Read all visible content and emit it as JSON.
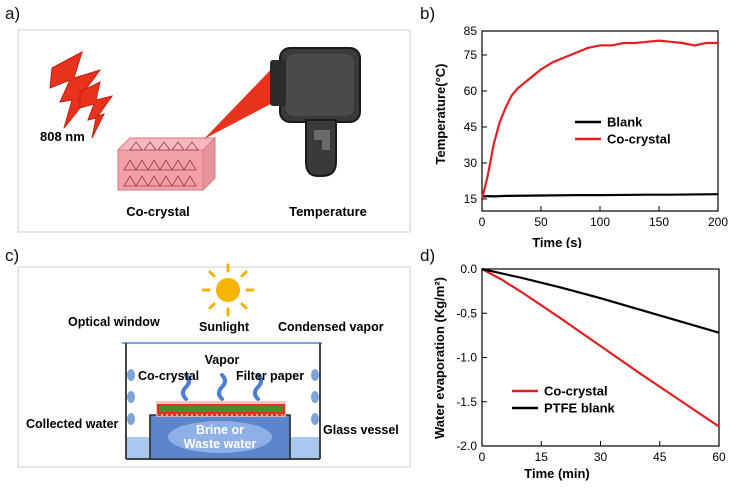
{
  "panels": {
    "a": {
      "label": "a)",
      "wavelength_label": "808 nm",
      "crystal_label": "Co-crystal",
      "thermometer_label": "Temperature",
      "colors": {
        "laser": "#e8321e",
        "crystal": "#f2a0a8",
        "thermometer": "#3a3a3a"
      }
    },
    "b": {
      "label": "b)"
    },
    "c": {
      "label": "c)",
      "sunlight": "Sunlight",
      "optical_window": "Optical window",
      "condensed_vapor": "Condensed vapor",
      "vapor": "Vapor",
      "co_crystal": "Co-crystal",
      "filter_paper": "Filter paper",
      "collected_water": "Collected water",
      "glass_vessel": "Glass vessel",
      "brine_line1": "Brine or",
      "brine_line2": "Waste water",
      "colors": {
        "sun": "#f6b400",
        "water": "#a9c6ee",
        "brine": "#5b86cc",
        "filter": "#4f8a2a",
        "crystal": "#e8321e",
        "steam": "#4d7fd0"
      }
    },
    "d": {
      "label": "d)"
    }
  },
  "chart_data": [
    {
      "id": "b",
      "type": "line",
      "xlabel": "Time (s)",
      "ylabel": "Temperature(°C)",
      "xlim": [
        0,
        200
      ],
      "ylim": [
        10,
        85
      ],
      "xticks": [
        0,
        50,
        100,
        150,
        200
      ],
      "yticks": [
        15,
        30,
        45,
        60,
        75,
        85
      ],
      "grid": false,
      "legend": "center-right",
      "series": [
        {
          "name": "Blank",
          "color": "#000000",
          "x": [
            0,
            5,
            10,
            20,
            40,
            60,
            80,
            100,
            120,
            140,
            160,
            180,
            200
          ],
          "y": [
            16,
            16.2,
            16.1,
            16.3,
            16.4,
            16.5,
            16.6,
            16.6,
            16.7,
            16.8,
            16.8,
            16.9,
            17
          ]
        },
        {
          "name": "Co-crystal",
          "color": "#e02020",
          "x": [
            0,
            5,
            10,
            15,
            20,
            25,
            30,
            40,
            50,
            60,
            70,
            80,
            90,
            100,
            110,
            120,
            130,
            140,
            150,
            160,
            170,
            180,
            190,
            200
          ],
          "y": [
            15,
            25,
            38,
            47,
            53,
            58,
            61,
            65,
            69,
            72,
            74,
            76,
            78,
            79,
            79,
            80,
            80,
            80.5,
            81,
            80.5,
            80,
            79,
            80,
            80
          ]
        }
      ]
    },
    {
      "id": "d",
      "type": "line",
      "xlabel": "Time (min)",
      "ylabel": "Water evaporation (Kg/m²)",
      "xlim": [
        0,
        60
      ],
      "ylim": [
        -2.0,
        0.0
      ],
      "xticks": [
        0,
        15,
        30,
        45,
        60
      ],
      "yticks": [
        0.0,
        -0.5,
        -1.0,
        -1.5,
        -2.0
      ],
      "ytick_labels": [
        "0.0",
        "-0.5",
        "-1.0",
        "-1.5",
        "-2.0"
      ],
      "grid": false,
      "legend": "bottom-left",
      "series": [
        {
          "name": "Co-crystal",
          "color": "#e02020",
          "x": [
            0,
            5,
            10,
            20,
            30,
            40,
            50,
            60
          ],
          "y": [
            0,
            -0.12,
            -0.26,
            -0.56,
            -0.87,
            -1.18,
            -1.48,
            -1.78
          ]
        },
        {
          "name": "PTFE blank",
          "color": "#000000",
          "x": [
            0,
            5,
            10,
            20,
            30,
            40,
            50,
            60
          ],
          "y": [
            0,
            -0.05,
            -0.1,
            -0.21,
            -0.33,
            -0.46,
            -0.59,
            -0.72
          ]
        }
      ]
    }
  ]
}
